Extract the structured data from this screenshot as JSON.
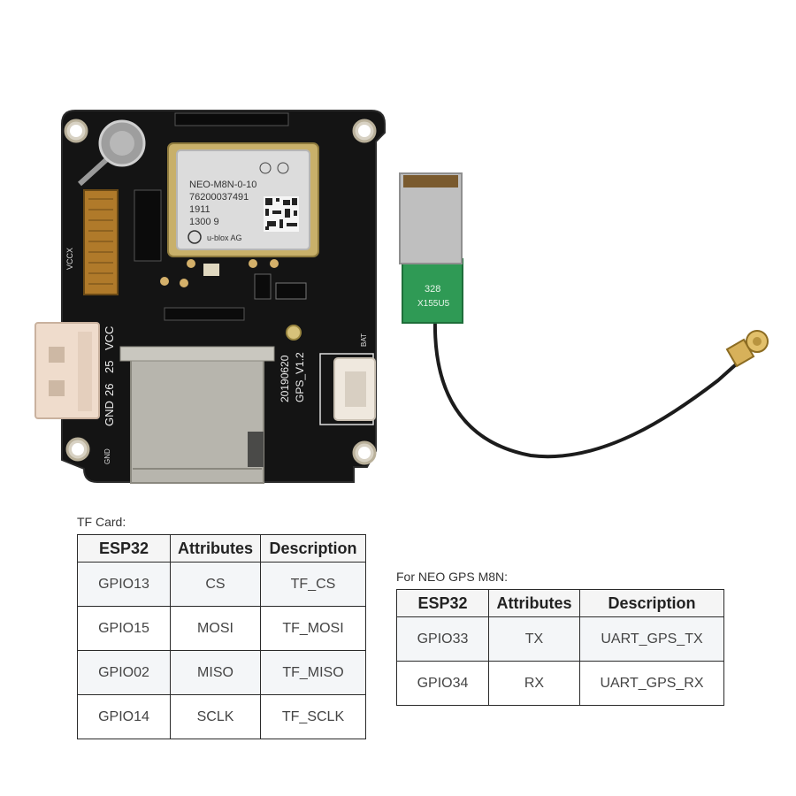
{
  "board": {
    "module_lines": [
      "NEO-M8N-0-10",
      "76200037491",
      "1911",
      "1300  9"
    ],
    "module_brand": "u-blox AG",
    "version_lines": [
      "20190620",
      "GPS_V1.2"
    ],
    "pin_labels": [
      "GND",
      "26",
      "25",
      "VCC"
    ],
    "vccx_label": "VCCX",
    "bat_label": "BAT",
    "gnd_label": "GND",
    "antenna_code": "X155U5",
    "antenna_num": "328"
  },
  "tf_card": {
    "caption": "TF Card:",
    "headers": [
      "ESP32",
      "Attributes",
      "Description"
    ],
    "rows": [
      [
        "GPIO13",
        "CS",
        "TF_CS"
      ],
      [
        "GPIO15",
        "MOSI",
        "TF_MOSI"
      ],
      [
        "GPIO02",
        "MISO",
        "TF_MISO"
      ],
      [
        "GPIO14",
        "SCLK",
        "TF_SCLK"
      ]
    ]
  },
  "gps": {
    "caption": "For NEO GPS M8N:",
    "headers": [
      "ESP32",
      "Attributes",
      "Description"
    ],
    "rows": [
      [
        "GPIO33",
        "TX",
        "UART_GPS_TX"
      ],
      [
        "GPIO34",
        "RX",
        "UART_GPS_RX"
      ]
    ]
  }
}
